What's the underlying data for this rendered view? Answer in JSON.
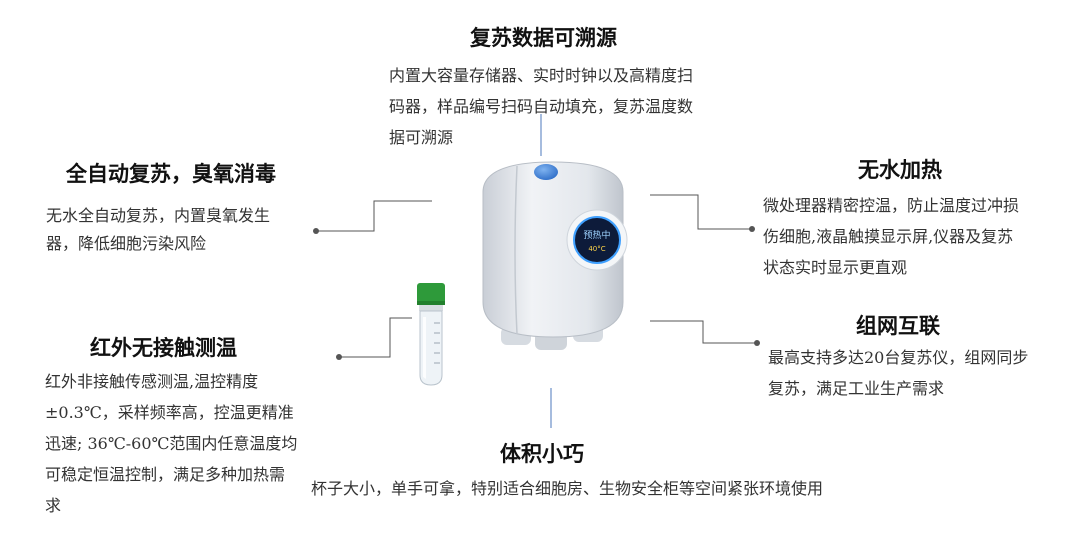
{
  "features": {
    "traceable": {
      "title": "复苏数据可溯源",
      "desc": [
        "内置大容量存储器、实时时钟以及高精度扫",
        "码器，样品编号扫码自动填充，复苏温度数",
        "据可溯源"
      ]
    },
    "auto": {
      "title": "全自动复苏，臭氧消毒",
      "desc": [
        "无水全自动复苏，内置臭氧发生",
        "器，降低细胞污染风险"
      ]
    },
    "waterless": {
      "title": "无水加热",
      "desc": [
        "微处理器精密控温，防止温度过冲损",
        "伤细胞,液晶触摸显示屏,仪器及复苏",
        "状态实时显示更直观"
      ]
    },
    "network": {
      "title": "组网互联",
      "desc": [
        "最高支持多达20台复苏仪，组网同步",
        "复苏，满足工业生产需求"
      ]
    },
    "infrared": {
      "title": "红外无接触测温",
      "desc": [
        "红外非接触传感测温,温控精度",
        "±0.3℃，采样频率高，控温更精准",
        "迅速; 36℃-60℃范围内任意温度均",
        "可稳定恒温控制，满足多种加热需",
        "求"
      ]
    },
    "compact": {
      "title": "体积小巧",
      "desc": [
        "杯子大小，单手可拿，特别适合细胞房、生物安全柜等空间紧张环境使用"
      ]
    }
  },
  "device": {
    "screen_line1": "预热中",
    "screen_line2": "40°C"
  },
  "colors": {
    "line": "#555555",
    "cap_blue": "#3f7fd6",
    "tube_cap": "#2e9a3a",
    "screen_ring": "#3fa0ff"
  }
}
